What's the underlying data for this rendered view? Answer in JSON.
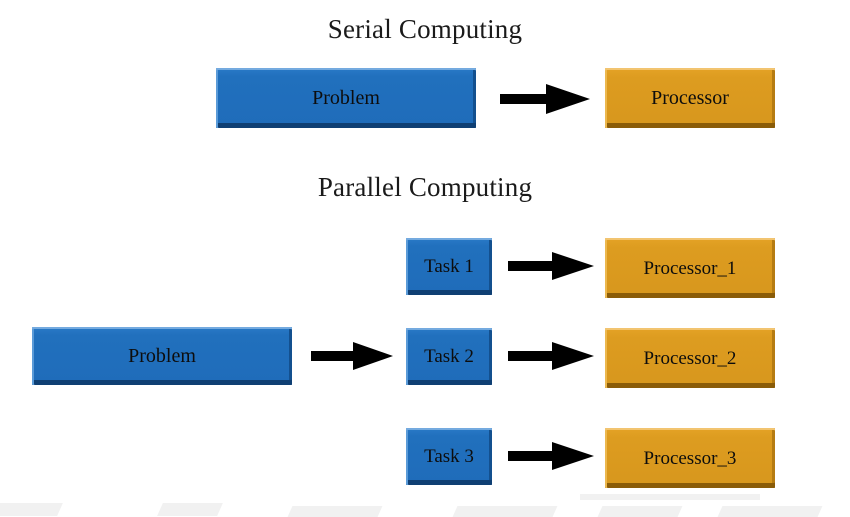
{
  "figure": {
    "background_color": "#ffffff",
    "blue_color": "#2170bd",
    "orange_color": "#dd9c20",
    "arrow_color": "#000000",
    "text_color": "#0d0d0d"
  },
  "sections": {
    "serial": {
      "heading": "Serial Computing",
      "problem_label": "Problem",
      "processor_label": "Processor"
    },
    "parallel": {
      "heading": "Parallel Computing",
      "problem_label": "Problem",
      "rows": [
        {
          "task_label": "Task 1",
          "processor_label": "Processor_1"
        },
        {
          "task_label": "Task 2",
          "processor_label": "Processor_2"
        },
        {
          "task_label": "Task 3",
          "processor_label": "Processor_3"
        }
      ]
    }
  }
}
